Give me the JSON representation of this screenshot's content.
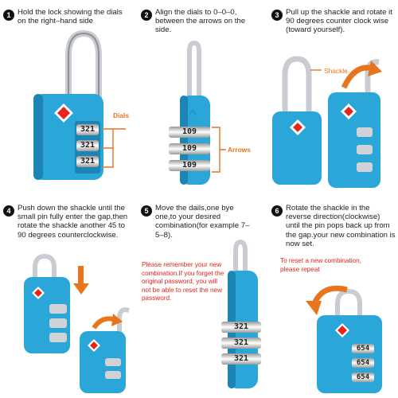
{
  "steps": [
    {
      "num": "1",
      "text": "Hold the lock showing the dials on the right–hand side",
      "labels": {
        "dials": "Dials"
      }
    },
    {
      "num": "2",
      "text": "Align the dials to 0–0–0, between the arrows on the side.",
      "labels": {
        "arrows": "Arrows"
      }
    },
    {
      "num": "3",
      "text": "Pull up the shackle and rotate it 90 degrees counter clock wise (toward yourself).",
      "labels": {
        "shackle": "Shackle"
      }
    },
    {
      "num": "4",
      "text": "Push down the shackle until the small pin fully enter the gap,then rotate the shackle another 45 to 90 degrees counterclockwise."
    },
    {
      "num": "5",
      "text": "Move the dails,one bye one,to your desired combination(for example 7–5–8).",
      "warning": "Please remember your new combination.If you forget the original password, you will not be able to reset the new password."
    },
    {
      "num": "6",
      "text": "Rotate the shackle in the reverse direction(clockwise) until the pin pops back up from the gap.your new combination is now set.",
      "note": "To reset a new combination, please repeat"
    }
  ],
  "dial_digits": {
    "step1": [
      "321",
      "321",
      "321"
    ],
    "step2": [
      "109",
      "109",
      "109"
    ],
    "step5": [
      "321",
      "321",
      "321"
    ],
    "step6": [
      "654",
      "654",
      "654"
    ]
  },
  "colors": {
    "lock_body": "#2aa6d8",
    "lock_dark": "#1b86b6",
    "accent": "#e8741d",
    "warning": "#e5251b"
  }
}
